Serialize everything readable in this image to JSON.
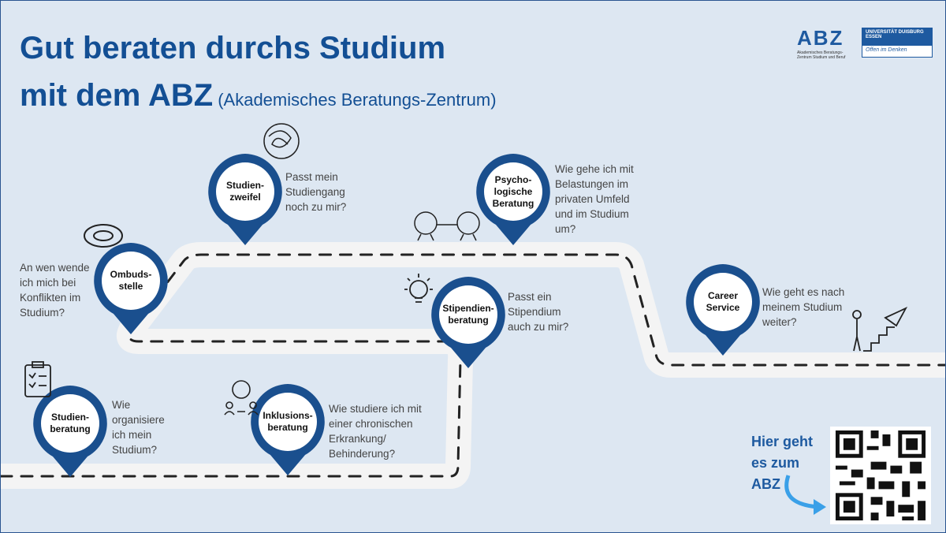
{
  "title": {
    "line1": "Gut beraten durchs Studium",
    "line2": "mit dem ABZ",
    "subtitle": "(Akademisches Beratungs-Zentrum)"
  },
  "logos": {
    "abz": "ABZ",
    "abz_sub": "Akademisches Beratungs-Zentrum Studium und Beruf",
    "ude_top": "UNIVERSITÄT DUISBURG ESSEN",
    "ude_slogan": "Offen im Denken"
  },
  "stations": [
    {
      "label": "Studien-\nzweifel",
      "question": "Passt mein Studiengang noch zu mir?"
    },
    {
      "label": "Psycho-\nlogische\nBeratung",
      "question": "Wie gehe ich mit Belastungen im privaten Umfeld und im Studium um?"
    },
    {
      "label": "Ombuds-\nstelle",
      "question": "An wen wende ich mich bei Konflikten im Studium?"
    },
    {
      "label": "Stipendien-\nberatung",
      "question": "Passt ein Stipendium auch zu mir?"
    },
    {
      "label": "Career\nService",
      "question": "Wie geht es nach meinem Studium weiter?"
    },
    {
      "label": "Studien-\nberatung",
      "question": "Wie organisiere ich mein Studium?"
    },
    {
      "label": "Inklusions-\nberatung",
      "question": "Wie studiere ich mit einer chronischen Erkrankung/ Behinderung?"
    }
  ],
  "qr": {
    "text": "Hier geht es zum ABZ"
  },
  "colors": {
    "pin": "#1a4f8e",
    "title": "#134f94",
    "background": "#dde7f2",
    "road": "#f4f4f4",
    "arrow": "#3aa0e8"
  }
}
